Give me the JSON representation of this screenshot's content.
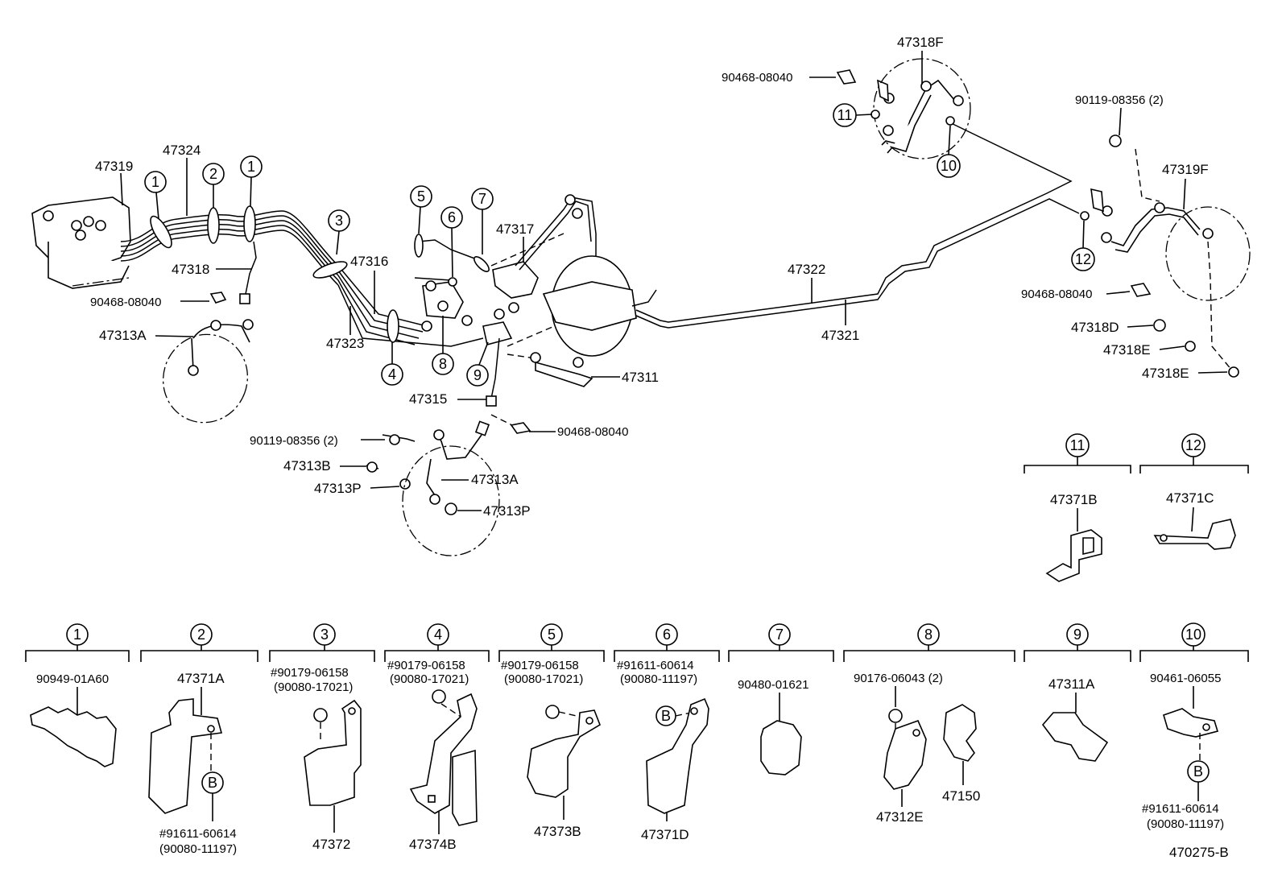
{
  "diagram_id": "470275-B",
  "main_labels": {
    "p47319": "47319",
    "p47324": "47324",
    "p47318": "47318",
    "p90468_a": "90468-08040",
    "p47313A_a": "47313A",
    "p47316": "47316",
    "p47323": "47323",
    "p47317": "47317",
    "p47311": "47311",
    "p47315": "47315",
    "p90468_b": "90468-08040",
    "p90119_a": "90119-08356 (2)",
    "p47313B": "47313B",
    "p47313P_a": "47313P",
    "p47313A_b": "47313A",
    "p47313P_b": "47313P",
    "p47322": "47322",
    "p47321": "47321",
    "p90468_c": "90468-08040",
    "p47318F": "47318F",
    "p90119_b": "90119-08356 (2)",
    "p47319F": "47319F",
    "p90468_d": "90468-08040",
    "p47318D": "47318D",
    "p47318E_a": "47318E",
    "p47318E_b": "47318E"
  },
  "callouts": {
    "c1": "1",
    "c2": "2",
    "c3": "3",
    "c4": "4",
    "c5": "5",
    "c6": "6",
    "c7": "7",
    "c8": "8",
    "c9": "9",
    "c10": "10",
    "c11": "11",
    "c12": "12"
  },
  "detail_labels": {
    "d1_part": "90949-01A60",
    "d2_part": "47371A",
    "d2_b": "B",
    "d2_note1": "#91611-60614",
    "d2_note2": "(90080-11197)",
    "d3_note1": "#90179-06158",
    "d3_note2": "(90080-17021)",
    "d3_part": "47372",
    "d4_note1": "#90179-06158",
    "d4_note2": "(90080-17021)",
    "d4_part": "47374B",
    "d5_note1": "#90179-06158",
    "d5_note2": "(90080-17021)",
    "d5_part": "47373B",
    "d6_note1": "#91611-60614",
    "d6_note2": "(90080-11197)",
    "d6_b": "B",
    "d6_part": "47371D",
    "d7_part": "90480-01621",
    "d8_note": "90176-06043 (2)",
    "d8_part_a": "47312E",
    "d8_part_b": "47150",
    "d9_part": "47311A",
    "d10_part": "90461-06055",
    "d10_b": "B",
    "d10_note1": "#91611-60614",
    "d10_note2": "(90080-11197)",
    "d11_part": "47371B",
    "d12_part": "47371C"
  }
}
